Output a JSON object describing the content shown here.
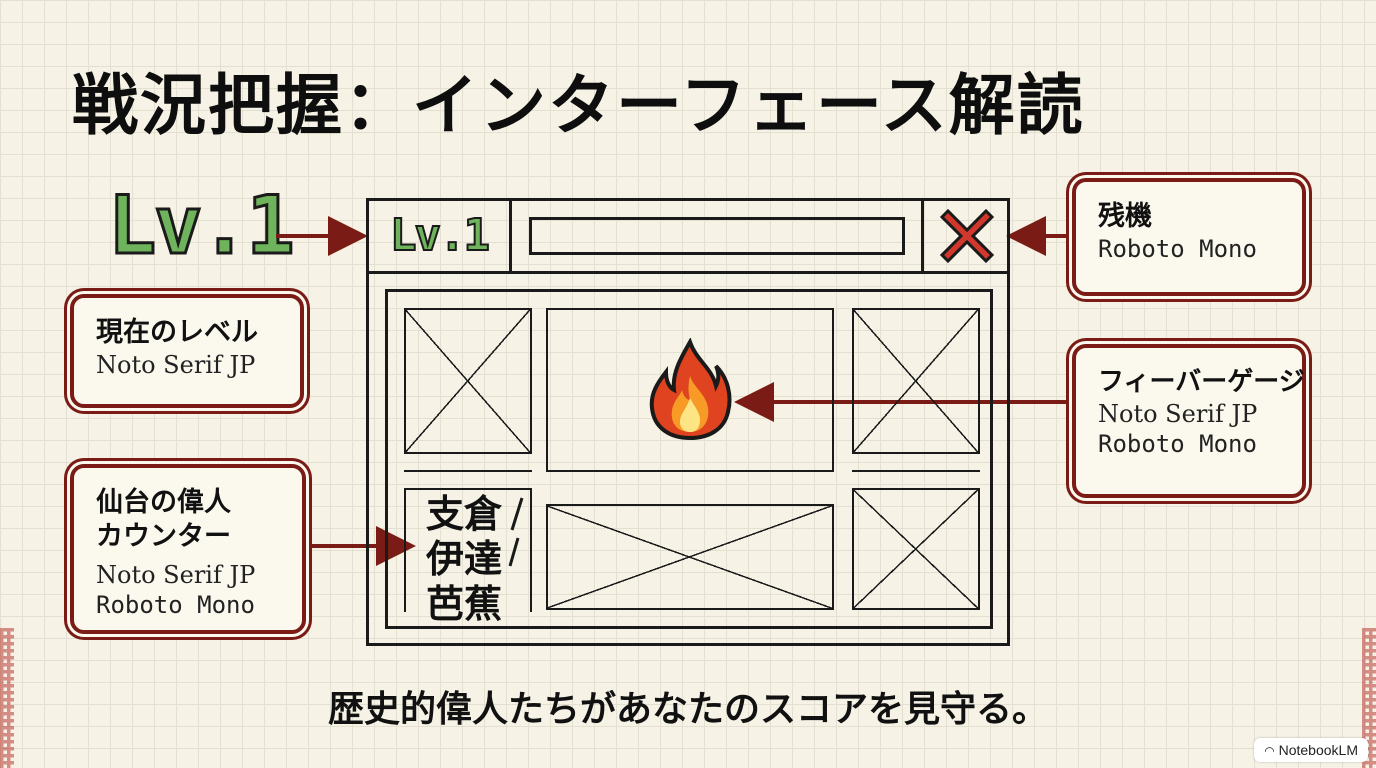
{
  "title": "戦況把握：インターフェース解読",
  "level_indicator": {
    "label": "Lv.1"
  },
  "callouts": {
    "level": {
      "label": "現在のレベル",
      "font": "Noto Serif JP"
    },
    "counter": {
      "label_line1": "仙台の偉人",
      "label_line2": "カウンター",
      "font1": "Noto Serif JP",
      "font2": "Roboto Mono"
    },
    "lives": {
      "label": "残機",
      "font": "Roboto Mono"
    },
    "fever": {
      "label": "フィーバーゲージ",
      "font1": "Noto Serif JP",
      "font2": "Roboto Mono"
    }
  },
  "mockup": {
    "level_label": "Lv.1",
    "names": [
      "支倉",
      "伊達",
      "芭蕉"
    ]
  },
  "caption": "歴史的偉人たちがあなたのスコアを見守る。",
  "badge": "NotebookLM",
  "colors": {
    "accent": "#7a1b16",
    "level_green": "#6fb35c",
    "x_red": "#d2372c",
    "background": "#f6f3e6"
  },
  "icons": {
    "fever": "fire-icon",
    "lives": "x-icon"
  }
}
